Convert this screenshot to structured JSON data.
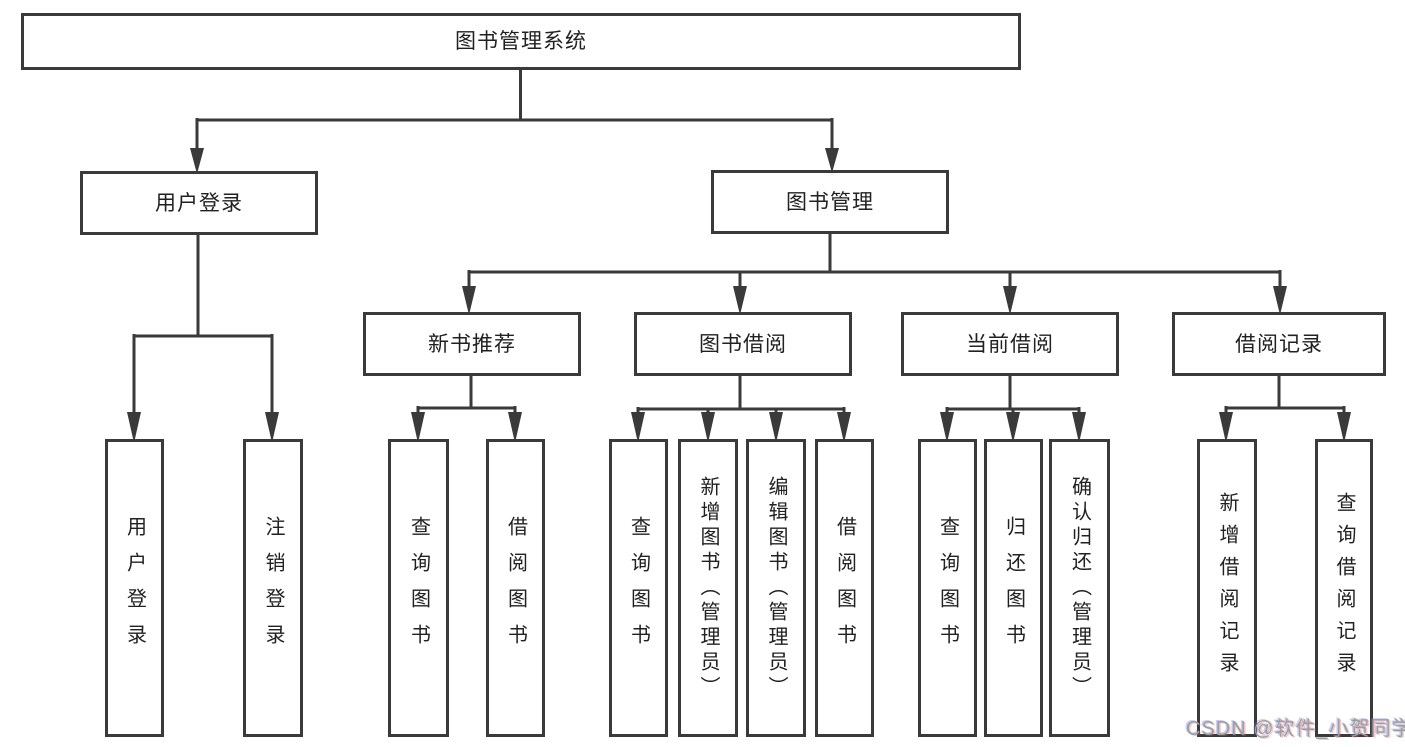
{
  "diagram": {
    "title": "图书管理系统",
    "tree": {
      "root": {
        "label": "图书管理系统"
      },
      "branches": [
        {
          "label": "用户登录",
          "children": [
            {
              "label": "用户登录"
            },
            {
              "label": "注销登录"
            }
          ]
        },
        {
          "label": "图书管理",
          "sections": [
            {
              "label": "新书推荐",
              "children": [
                {
                  "label": "查询图书"
                },
                {
                  "label": "借阅图书"
                }
              ]
            },
            {
              "label": "图书借阅",
              "children": [
                {
                  "label": "查询图书"
                },
                {
                  "label": "新增图书（管理员）"
                },
                {
                  "label": "编辑图书（管理员）"
                },
                {
                  "label": "借阅图书"
                }
              ]
            },
            {
              "label": "当前借阅",
              "children": [
                {
                  "label": "查询图书"
                },
                {
                  "label": "归还图书"
                },
                {
                  "label": "确认归还（管理员）"
                }
              ]
            },
            {
              "label": "借阅记录",
              "children": [
                {
                  "label": "新增借阅记录"
                },
                {
                  "label": "查询借阅记录"
                }
              ]
            }
          ]
        }
      ]
    },
    "colors": {
      "line": "#3a3a3a",
      "text": "#212121",
      "background": "#ffffff",
      "watermark": "#9e9e9e"
    }
  },
  "watermark": {
    "text": "CSDN @软件_小贺同学"
  }
}
